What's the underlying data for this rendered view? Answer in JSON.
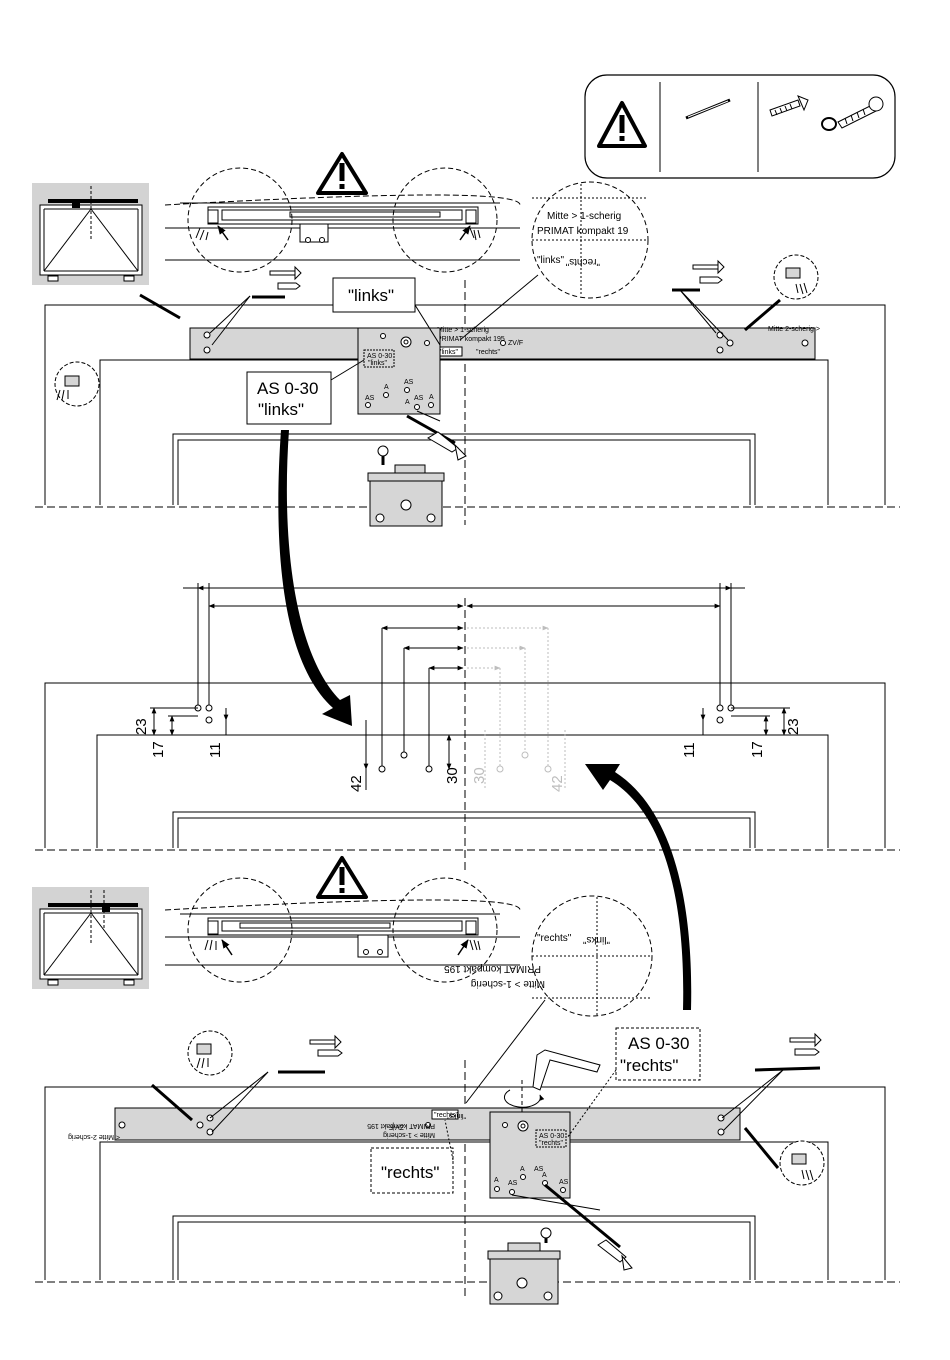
{
  "legend": {
    "icons": [
      "warning-icon",
      "drill-bit-icon",
      "screw-icon",
      "wood-screw-washer-icon"
    ]
  },
  "top": {
    "label_links_big": "\"links\"",
    "callout_as_line1": "AS 0-30",
    "callout_as_line2": "\"links\"",
    "zoom_line1": "Mitte > 1-scherig",
    "zoom_line2": "PRIMAT kompakt 19",
    "zoom_links": "\"links\"",
    "zoom_rechts": "\"rechts\"",
    "plate_line1": "Mitte > 1-scherig",
    "plate_line2": "PRIMAT kompakt 195",
    "plate_zvf": "ZV/F",
    "plate_links": "\"links\"",
    "plate_rechts": "\"rechts\"",
    "plate_right_text": "Mitte 2-scherig >",
    "template_line1": "AS 0-30",
    "template_line2": "\"links\"",
    "template_as": "AS",
    "template_a": "A"
  },
  "middle": {
    "dim_23": "23",
    "dim_17": "17",
    "dim_11": "11",
    "dim_42": "42",
    "dim_30": "30"
  },
  "bottom": {
    "label_rechts_big": "\"rechts\"",
    "callout_as_line1": "AS 0-30",
    "callout_as_line2": "\"rechts\"",
    "zoom_rechts": "\"rechts\"",
    "zoom_links": "\"links\"",
    "zoom_line1": "PRIMAT kompakt 195",
    "zoom_line2": "Mitte > 1-scherig",
    "plate_left_text": "< Mitte 2-scherig",
    "plate_zvf": "ZV/F",
    "plate_line1": "PRIMAT kompakt 195",
    "plate_line2": "Mitte > 1-scherig",
    "plate_rechts": "\"rechts\"",
    "plate_links": "\"links\"",
    "template_line1": "AS 0-30",
    "template_line2": "\"rechts\"",
    "template_as": "AS",
    "template_a": "A"
  }
}
